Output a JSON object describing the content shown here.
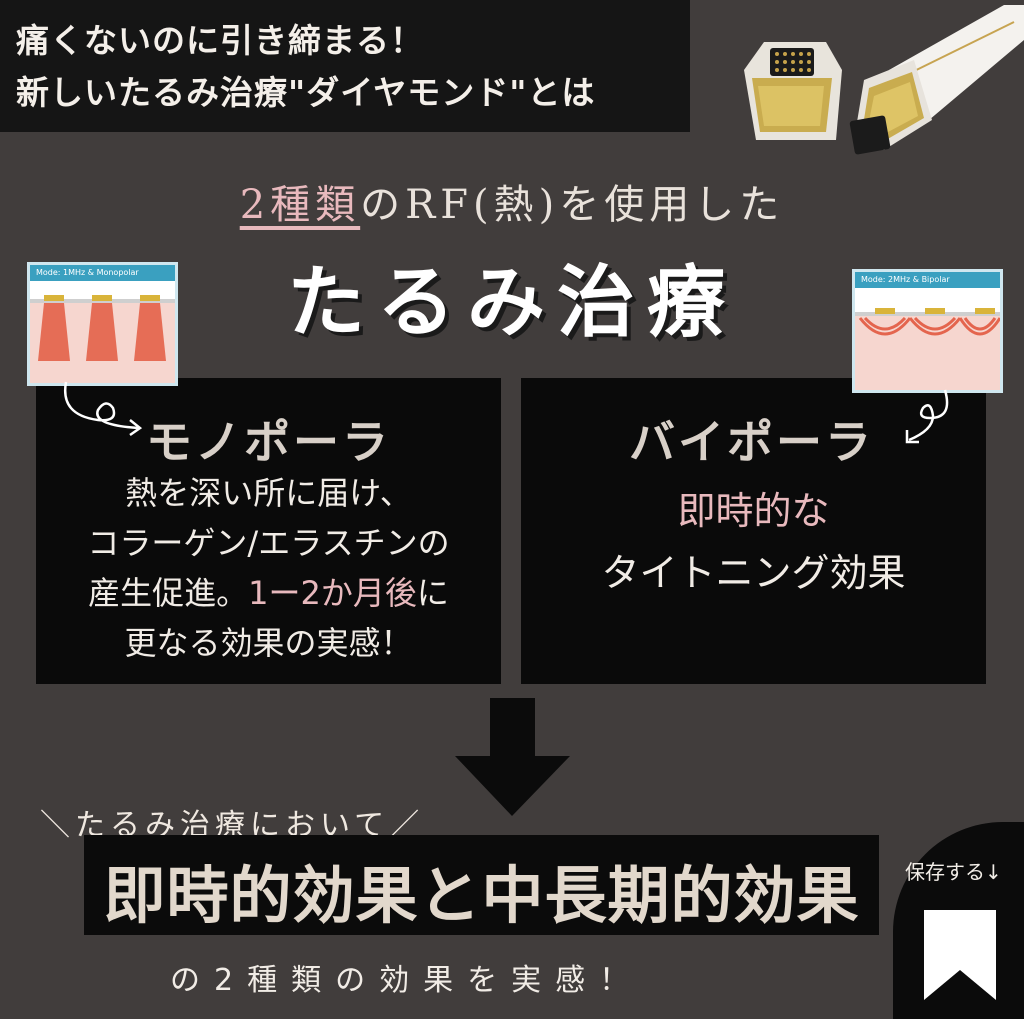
{
  "header": {
    "line1": "痛くないのに引き締まる！",
    "line2": "新しいたるみ治療\"ダイヤモンド\"とは"
  },
  "subtitle": {
    "highlight": "2種類",
    "rest": "のRF(熱)を使用した"
  },
  "main_title": "たるみ治療",
  "mono_image": {
    "mode_label": "Mode: 1MHz & Monopolar"
  },
  "bi_image": {
    "mode_label": "Mode: 2MHz & Bipolar"
  },
  "left_panel": {
    "heading": "モノポーラ",
    "line1": "熱を深い所に届け、",
    "line2": "コラーゲン/エラスチンの",
    "line3_a": "産生促進。",
    "line3_b": "1ー2か月後",
    "line3_c": "に",
    "line4": "更なる効果の実感！"
  },
  "right_panel": {
    "heading": "バイポーラ",
    "line1": "即時的な",
    "line2": "タイトニング効果"
  },
  "bottom": {
    "small_heading": "＼たるみ治療において／",
    "result": "即時的効果と中長期的効果",
    "footer": "の2種類の効果を実感！"
  },
  "save": {
    "label": "保存する↓"
  },
  "colors": {
    "background": "#413d3c",
    "accent_pink": "#e8b9bd",
    "panel": "#0a0a0a"
  }
}
